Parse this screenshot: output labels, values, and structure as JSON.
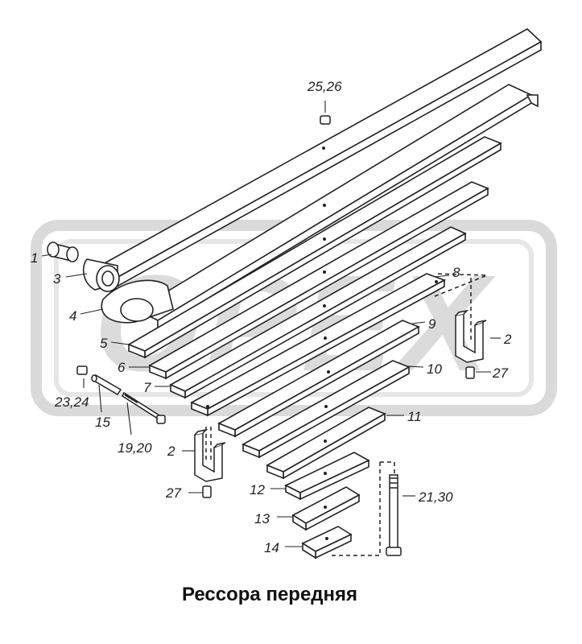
{
  "caption": "Рессора передняя",
  "watermark": "OPEX",
  "callouts": {
    "c1": "1",
    "c2a": "2",
    "c2b": "2",
    "c3": "3",
    "c4": "4",
    "c5": "5",
    "c6": "6",
    "c7": "7",
    "c8": "8",
    "c9": "9",
    "c10": "10",
    "c11": "11",
    "c12": "12",
    "c13": "13",
    "c14": "14",
    "c15": "15",
    "c19_20": "19,20",
    "c21_30": "21,30",
    "c23_24": "23,24",
    "c25_26": "25,26",
    "c27a": "27",
    "c27b": "27"
  },
  "colors": {
    "line": "#222222",
    "watermark": "#d4d4d4"
  }
}
